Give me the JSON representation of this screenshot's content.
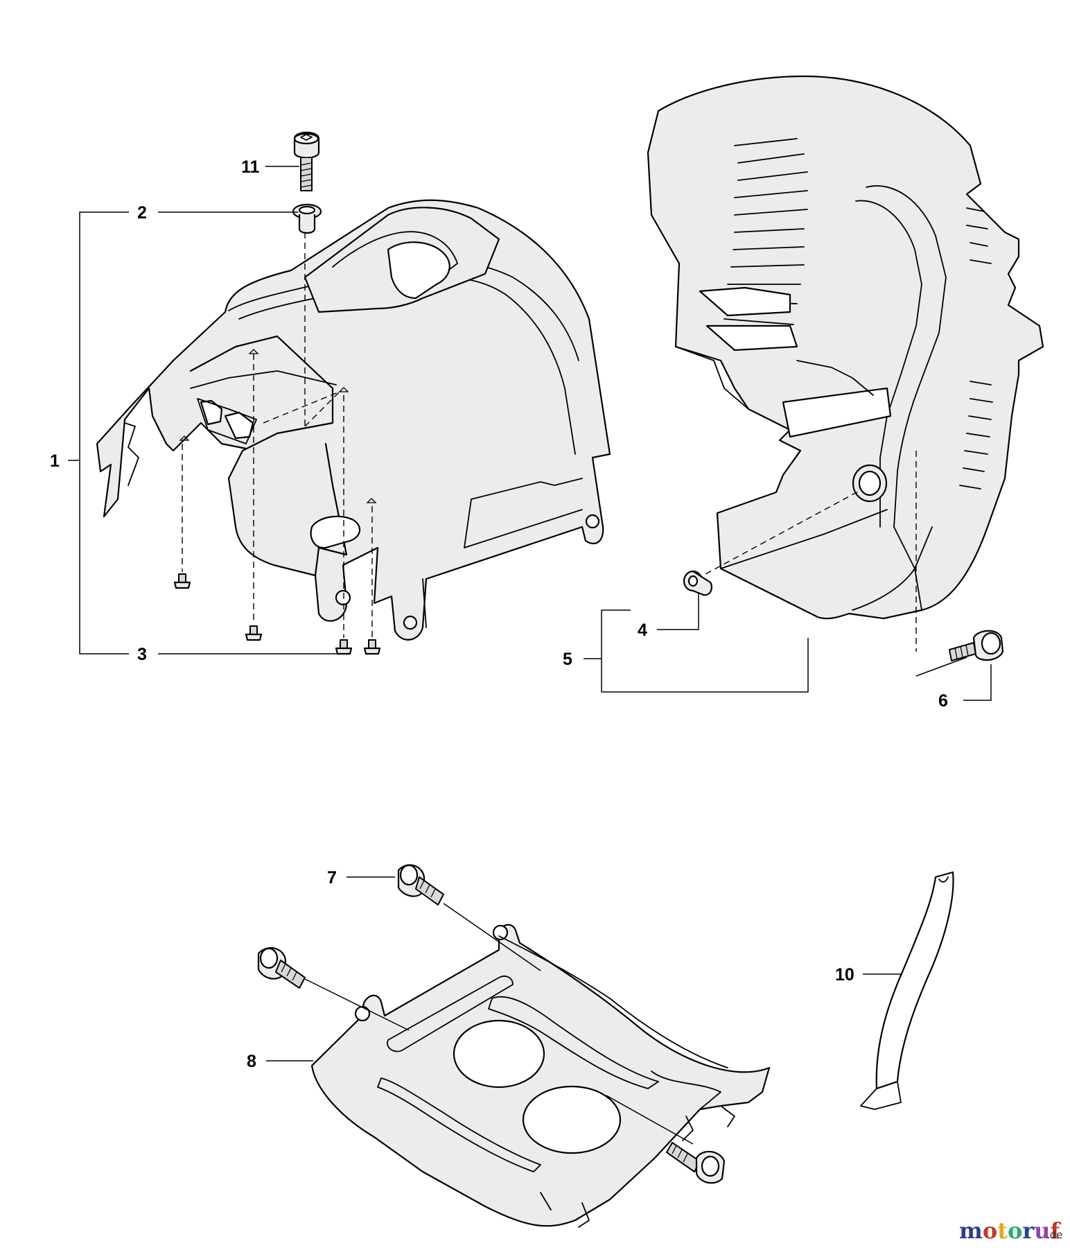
{
  "callouts": [
    {
      "id": "1",
      "label": "1"
    },
    {
      "id": "2",
      "label": "2"
    },
    {
      "id": "3",
      "label": "3"
    },
    {
      "id": "4",
      "label": "4"
    },
    {
      "id": "5",
      "label": "5"
    },
    {
      "id": "6",
      "label": "6"
    },
    {
      "id": "7",
      "label": "7"
    },
    {
      "id": "8",
      "label": "8"
    },
    {
      "id": "10",
      "label": "10"
    },
    {
      "id": "11",
      "label": "11"
    }
  ],
  "watermark": {
    "text": "motoruf",
    "suffix": ".de",
    "colors": {
      "m": "#2c3e8c",
      "o": "#c0392b",
      "t": "#e6a817",
      "o2": "#27ae60",
      "r": "#2c3e8c",
      "u": "#8e44ad",
      "f": "#c0392b"
    }
  }
}
